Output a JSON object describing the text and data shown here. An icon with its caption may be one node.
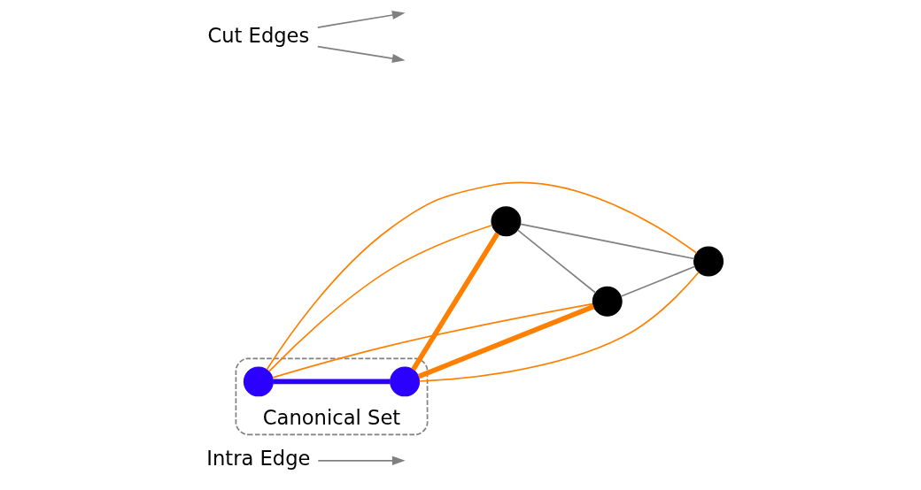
{
  "diagram": {
    "nodes": [
      {
        "text": [
          "Intra Edge"
        ]
      },
      {
        "text": [
          "Canonical Set"
        ]
      },
      {
        "text": [],
        "shape": "circle",
        "in": 1
      },
      {
        "text": [],
        "shape": "circle",
        "in": 1
      },
      {
        "text": [],
        "shape": "circle"
      },
      {
        "text": [],
        "shape": "circle"
      },
      {
        "text": [],
        "shape": "circle"
      },
      {
        "text": [
          "Cut Edges"
        ]
      }
    ],
    "edges": [
      {
        "from": 2,
        "to": 3,
        "arrow": "none",
        "style": "thick",
        "color": "#2b00ff"
      },
      {
        "from": 3,
        "to": 4,
        "arrow": "none",
        "style": "thick"
      },
      {
        "from": 3,
        "to": 5,
        "arrow": "none",
        "style": "thick"
      },
      {
        "from": 2,
        "to": 4,
        "arrow": "none"
      },
      {
        "from": 2,
        "to": 5,
        "arrow": "none"
      },
      {
        "from": 2,
        "to": 6,
        "arrow": "none"
      },
      {
        "from": 3,
        "to": 6,
        "arrow": "none"
      },
      {
        "from": 4,
        "to": 5,
        "arrow": "none",
        "color": "#808080"
      },
      {
        "from": 4,
        "to": 6,
        "arrow": "none",
        "color": "#808080"
      },
      {
        "from": 5,
        "to": 6,
        "arrow": "none",
        "color": "#808080"
      },
      {
        "from": 0,
        "to": null,
        "arrow": "to",
        "color": "#808080"
      },
      {
        "from": 7,
        "to": null,
        "arrow": "to",
        "color": "#808080"
      },
      {
        "from": 7,
        "to": null,
        "arrow": "to",
        "color": "#808080"
      }
    ]
  }
}
